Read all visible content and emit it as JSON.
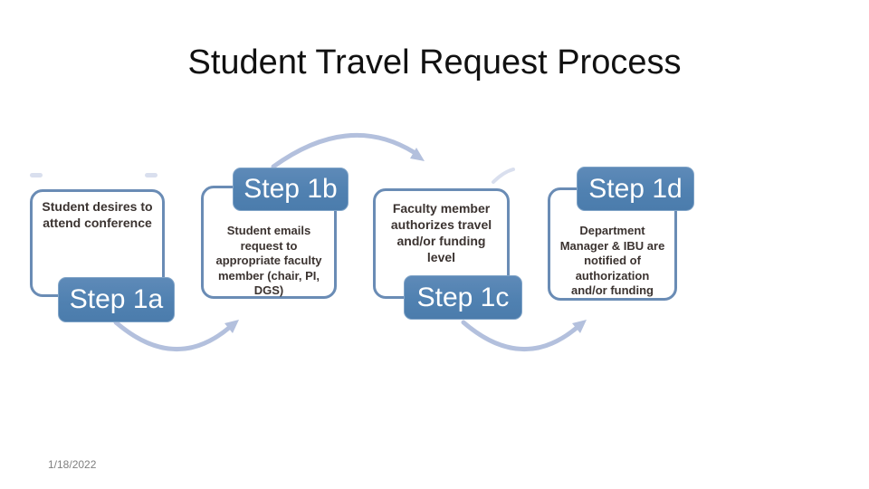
{
  "slide": {
    "title": "Student Travel Request Process",
    "footer_date": "1/18/2022"
  },
  "steps": [
    {
      "badge": "Step 1a",
      "badge_position": "bottom-right",
      "text": "Student desires to attend conference"
    },
    {
      "badge": "Step 1b",
      "badge_position": "top-center",
      "text": "Student emails request to appropriate faculty member (chair, PI, DGS)"
    },
    {
      "badge": "Step 1c",
      "badge_position": "bottom-right",
      "text": "Faculty member authorizes travel and/or funding level"
    },
    {
      "badge": "Step 1d",
      "badge_position": "top-center",
      "text": "Department Manager & IBU are notified of authorization and/or funding"
    }
  ],
  "connectors": [
    {
      "name": "arc-bottom-left",
      "from": "Step 1a",
      "to": "Step 1b",
      "shape": "downward arc, arrowhead pointing up-right"
    },
    {
      "name": "arc-top-center",
      "from": "Step 1b",
      "to": "Step 1c",
      "shape": "upward arc, arrowhead pointing down-right"
    },
    {
      "name": "arc-bottom-right",
      "from": "Step 1c",
      "to": "Step 1d",
      "shape": "downward arc, arrowhead pointing up-right"
    }
  ],
  "colors": {
    "background": "#ffffff",
    "box_border": "#6a8cb5",
    "badge_fill": "#5081b1",
    "badge_text": "#ffffff",
    "box_text": "#3b3330",
    "title_text": "#111111",
    "date_text": "#808080",
    "arrow": "#b3c0dd"
  }
}
